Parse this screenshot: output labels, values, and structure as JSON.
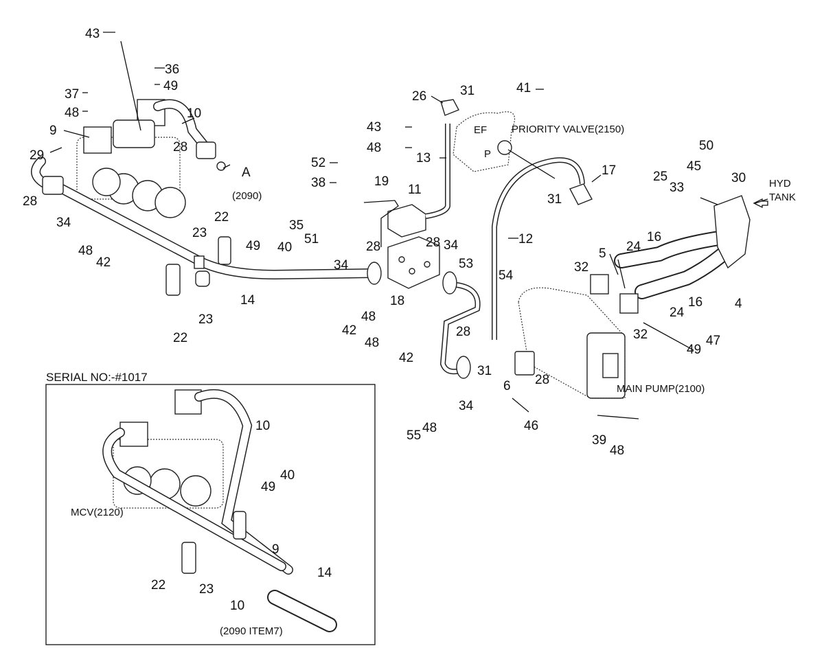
{
  "diagram": {
    "callouts": [
      "43",
      "36",
      "49",
      "37",
      "48",
      "9",
      "10",
      "29",
      "28",
      "A",
      "(2090)",
      "28",
      "34",
      "48",
      "42",
      "23",
      "22",
      "49",
      "40",
      "14",
      "22",
      "23",
      "26",
      "31",
      "41",
      "43",
      "EF",
      "PRIORITY VALVE(2150)",
      "P",
      "48",
      "13",
      "52",
      "38",
      "19",
      "11",
      "31",
      "17",
      "35",
      "51",
      "12",
      "28",
      "28",
      "34",
      "34",
      "53",
      "18",
      "42",
      "48",
      "54",
      "28",
      "31",
      "6",
      "28",
      "34",
      "48",
      "42",
      "55",
      "48",
      "46",
      "MAIN PUMP(2100)",
      "39",
      "48",
      "32",
      "5",
      "24",
      "16",
      "16",
      "24",
      "32",
      "49",
      "47",
      "4",
      "25",
      "33",
      "45",
      "50",
      "30",
      "HYD",
      "TANK"
    ],
    "inset": {
      "title": "SERIAL NO:-#1017",
      "callouts": [
        "10",
        "40",
        "49",
        "MCV(2120)",
        "9",
        "14",
        "22",
        "23",
        "10",
        "(2090 ITEM7)"
      ]
    }
  }
}
